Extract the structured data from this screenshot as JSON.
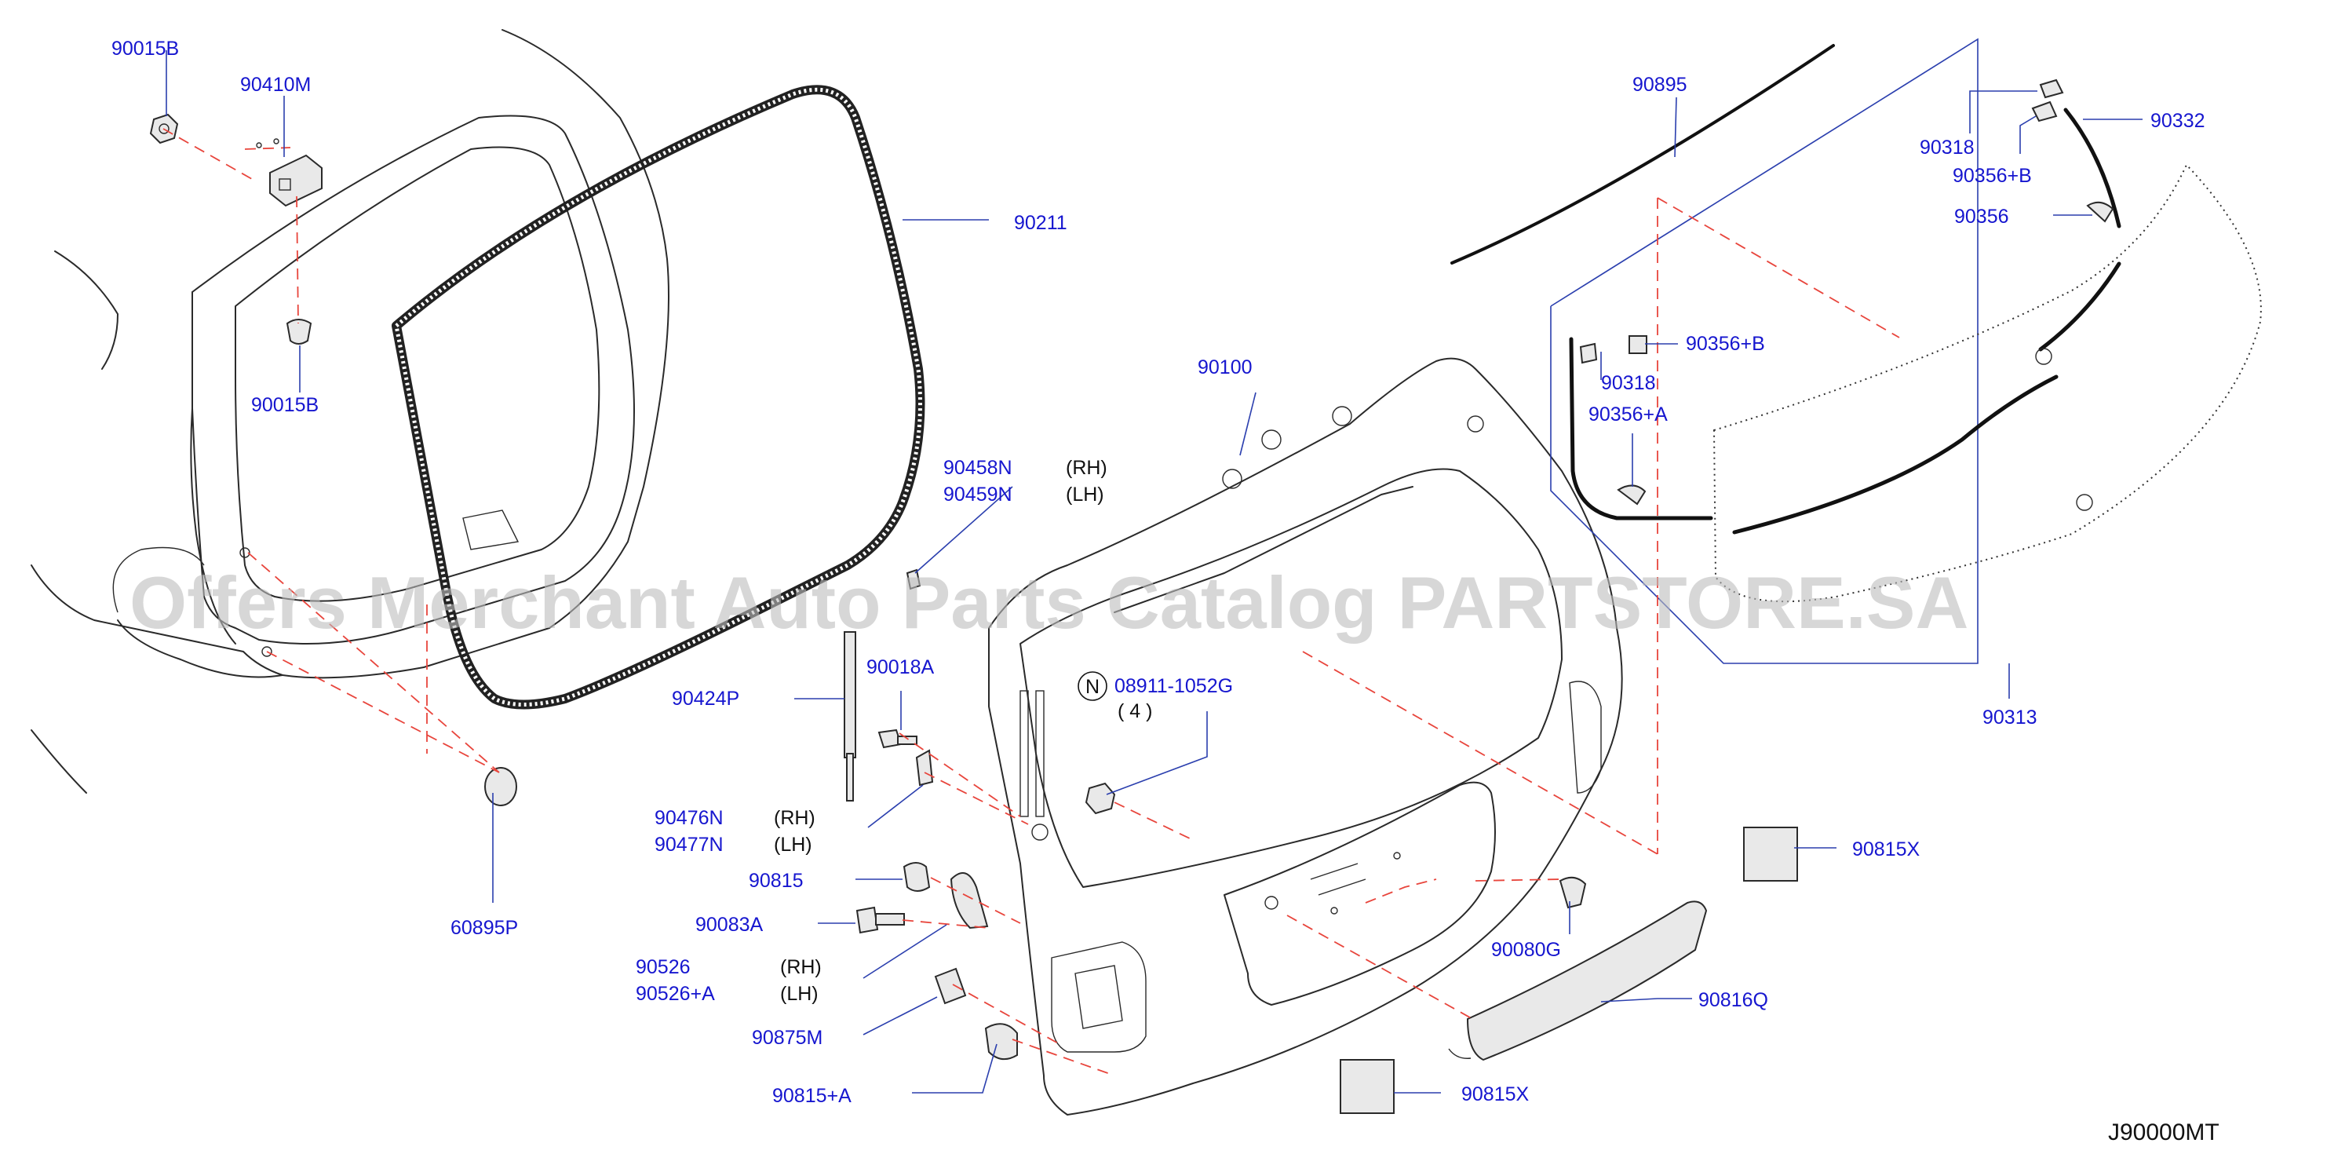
{
  "diagram": {
    "watermark": "Offers Merchant Auto Parts Catalog PARTSTORE.SA",
    "diagram_code": "J90000MT",
    "callouts": [
      {
        "id": "c-90015B-top",
        "label": "90015B"
      },
      {
        "id": "c-90410M",
        "label": "90410M"
      },
      {
        "id": "c-90015B-bottom",
        "label": "90015B"
      },
      {
        "id": "c-90211",
        "label": "90211"
      },
      {
        "id": "c-90458N",
        "label": "90458N",
        "side": "(RH)"
      },
      {
        "id": "c-90459N",
        "label": "90459N",
        "side": "(LH)"
      },
      {
        "id": "c-90100",
        "label": "90100"
      },
      {
        "id": "c-90018A",
        "label": "90018A"
      },
      {
        "id": "c-90424P",
        "label": "90424P"
      },
      {
        "id": "c-90476N",
        "label": "90476N",
        "side": "(RH)"
      },
      {
        "id": "c-90477N",
        "label": "90477N",
        "side": "(LH)"
      },
      {
        "id": "c-90815",
        "label": "90815"
      },
      {
        "id": "c-90083A",
        "label": "90083A"
      },
      {
        "id": "c-90526",
        "label": "90526",
        "side": "(RH)"
      },
      {
        "id": "c-90526A",
        "label": "90526+A",
        "side": "(LH)"
      },
      {
        "id": "c-90875M",
        "label": "90875M"
      },
      {
        "id": "c-90815A",
        "label": "90815+A"
      },
      {
        "id": "c-60895P",
        "label": "60895P"
      },
      {
        "id": "c-08911",
        "label": "08911-1052G",
        "badge": "N",
        "qty": "( 4 )"
      },
      {
        "id": "c-90080G",
        "label": "90080G"
      },
      {
        "id": "c-90815X-right",
        "label": "90815X"
      },
      {
        "id": "c-90815X-bottom",
        "label": "90815X"
      },
      {
        "id": "c-90816Q",
        "label": "90816Q"
      },
      {
        "id": "c-90895",
        "label": "90895"
      },
      {
        "id": "c-90332",
        "label": "90332"
      },
      {
        "id": "c-90318-top",
        "label": "90318"
      },
      {
        "id": "c-90356B-top",
        "label": "90356+B"
      },
      {
        "id": "c-90356",
        "label": "90356"
      },
      {
        "id": "c-90356B-left",
        "label": "90356+B"
      },
      {
        "id": "c-90318-left",
        "label": "90318"
      },
      {
        "id": "c-90356A",
        "label": "90356+A"
      },
      {
        "id": "c-90313",
        "label": "90313"
      }
    ]
  }
}
